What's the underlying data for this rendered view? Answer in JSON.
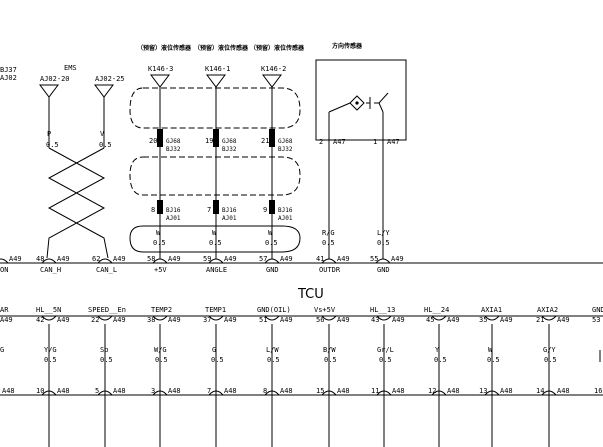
{
  "left_edge_labels": [
    "BJ37",
    "AJ02"
  ],
  "ems": {
    "title": "EMS",
    "connectors": [
      {
        "id": "AJ02-20",
        "wire_color": "P",
        "gauge": "0.5"
      },
      {
        "id": "AJ02-25",
        "wire_color": "V",
        "gauge": "0.5"
      }
    ]
  },
  "sensors": [
    {
      "header": "（预留）液位传感器",
      "connector": "K146-3",
      "upper_pin": "20",
      "upper_conn_a": "GJ68",
      "upper_conn_b": "BJ32",
      "lower_pin": "8",
      "lower_conn_a": "BJ16",
      "lower_conn_b": "AJ01",
      "wire_color": "W",
      "gauge": "0.5"
    },
    {
      "header": "（预留）液位传感器",
      "connector": "K146-1",
      "upper_pin": "19",
      "upper_conn_a": "GJ68",
      "upper_conn_b": "BJ32",
      "lower_pin": "7",
      "lower_conn_a": "BJ16",
      "lower_conn_b": "AJ01",
      "wire_color": "W",
      "gauge": "0.5"
    },
    {
      "header": "（预留）液位传感器",
      "connector": "K146-2",
      "upper_pin": "21",
      "upper_conn_a": "GJ68",
      "upper_conn_b": "BJ32",
      "lower_pin": "9",
      "lower_conn_a": "BJ16",
      "lower_conn_b": "AJ01",
      "wire_color": "W",
      "gauge": "0.5"
    }
  ],
  "direction_sensor": {
    "title": "方向传感器",
    "pins": [
      {
        "pin": "2",
        "conn": "A47",
        "wire_color": "R/G",
        "gauge": "0.5"
      },
      {
        "pin": "1",
        "conn": "A47",
        "wire_color": "L/Y",
        "gauge": "0.5"
      }
    ]
  },
  "tcu_top_pins": [
    {
      "label": "ON",
      "pin": "",
      "conn": "A49"
    },
    {
      "label": "CAN_H",
      "pin": "48",
      "conn": "A49"
    },
    {
      "label": "CAN_L",
      "pin": "62",
      "conn": "A49"
    },
    {
      "label": "+5V",
      "pin": "58",
      "conn": "A49"
    },
    {
      "label": "ANGLE",
      "pin": "59",
      "conn": "A49"
    },
    {
      "label": "GND",
      "pin": "57",
      "conn": "A49"
    },
    {
      "label": "OUTDR",
      "pin": "41",
      "conn": "A49"
    },
    {
      "label": "GND",
      "pin": "55",
      "conn": "A49"
    }
  ],
  "tcu_title": "TCU",
  "tcu_bottom_pins": [
    {
      "label": "AR",
      "pin": "",
      "conn": "A49",
      "wire_color": "G",
      "gauge": "",
      "pin2": "",
      "conn2": "A48"
    },
    {
      "label": "HL__5N",
      "pin": "42",
      "conn": "A49",
      "wire_color": "Y/G",
      "gauge": "0.5",
      "pin2": "10",
      "conn2": "A48"
    },
    {
      "label": "SPEED__En",
      "pin": "22",
      "conn": "A49",
      "wire_color": "Sb",
      "gauge": "0.5",
      "pin2": "5",
      "conn2": "A48"
    },
    {
      "label": "TEMP2",
      "pin": "38",
      "conn": "A49",
      "wire_color": "W/G",
      "gauge": "0.5",
      "pin2": "3",
      "conn2": "A48"
    },
    {
      "label": "TEMP1",
      "pin": "37",
      "conn": "A49",
      "wire_color": "G",
      "gauge": "0.5",
      "pin2": "7",
      "conn2": "A48"
    },
    {
      "label": "GND(OIL)",
      "pin": "51",
      "conn": "A49",
      "wire_color": "L/W",
      "gauge": "0.5",
      "pin2": "8",
      "conn2": "A48"
    },
    {
      "label": "Vs+5V",
      "pin": "56",
      "conn": "A49",
      "wire_color": "B/W",
      "gauge": "0.5",
      "pin2": "15",
      "conn2": "A48"
    },
    {
      "label": "HL__13",
      "pin": "43",
      "conn": "A49",
      "wire_color": "Gr/L",
      "gauge": "0.5",
      "pin2": "11",
      "conn2": "A48"
    },
    {
      "label": "HL__24",
      "pin": "45",
      "conn": "A49",
      "wire_color": "Y",
      "gauge": "0.5",
      "pin2": "12",
      "conn2": "A48"
    },
    {
      "label": "AXIA1",
      "pin": "35",
      "conn": "A49",
      "wire_color": "W",
      "gauge": "0.5",
      "pin2": "13",
      "conn2": "A48"
    },
    {
      "label": "AXIA2",
      "pin": "21",
      "conn": "A49",
      "wire_color": "G/Y",
      "gauge": "0.5",
      "pin2": "14",
      "conn2": "A48"
    },
    {
      "label": "GND",
      "pin": "53",
      "conn": "",
      "wire_color": "",
      "gauge": "",
      "pin2": "16",
      "conn2": ""
    }
  ]
}
